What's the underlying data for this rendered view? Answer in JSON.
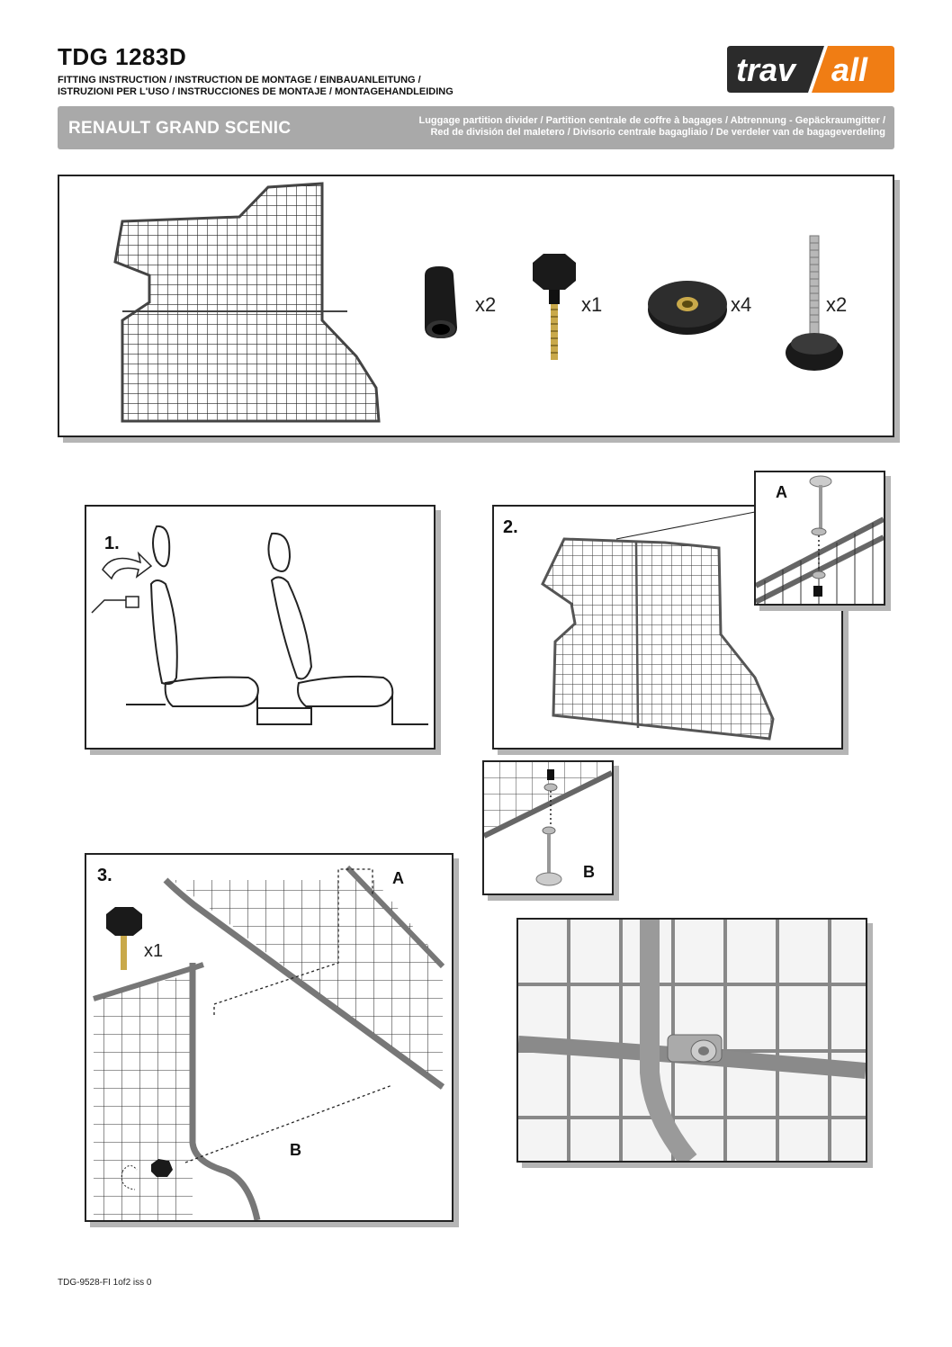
{
  "header": {
    "title": "TDG 1283D",
    "subtitle_line1": "FITTING INSTRUCTION / INSTRUCTION DE MONTAGE / EINBAUANLEITUNG /",
    "subtitle_line2": "ISTRUZIONI PER L'USO / INSTRUCCIONES DE MONTAJE / MONTAGEHANDLEIDING",
    "logo": {
      "part1": "trav",
      "part2": "all",
      "colors": {
        "dark": "#2b2b2b",
        "accent": "#f07d14"
      }
    }
  },
  "banner": {
    "vehicle": "RENAULT GRAND SCENIC",
    "description_line1": "Luggage partition divider / Partition centrale de coffre à bagages / Abtrennung - Gepäckraumgitter /",
    "description_line2": "Red de división del maletero / Divisorio centrale bagagliaio / De verdeler van de bagageverdeling",
    "color": "#a9a9a9"
  },
  "parts": [
    {
      "icon": "end-cap-icon",
      "qty": "x2"
    },
    {
      "icon": "knob-bolt-icon",
      "qty": "x1"
    },
    {
      "icon": "threaded-washer-icon",
      "qty": "x4"
    },
    {
      "icon": "levelling-foot-icon",
      "qty": "x2"
    }
  ],
  "steps": {
    "step1": {
      "number": "1."
    },
    "step2": {
      "number": "2.",
      "callout_a": "A",
      "callout_b": "B"
    },
    "step3": {
      "number": "3.",
      "callout_a": "A",
      "callout_b": "B",
      "knob_qty": "x1"
    }
  },
  "footer": {
    "doc_ref": "TDG-9528-FI 1of2 iss 0"
  }
}
